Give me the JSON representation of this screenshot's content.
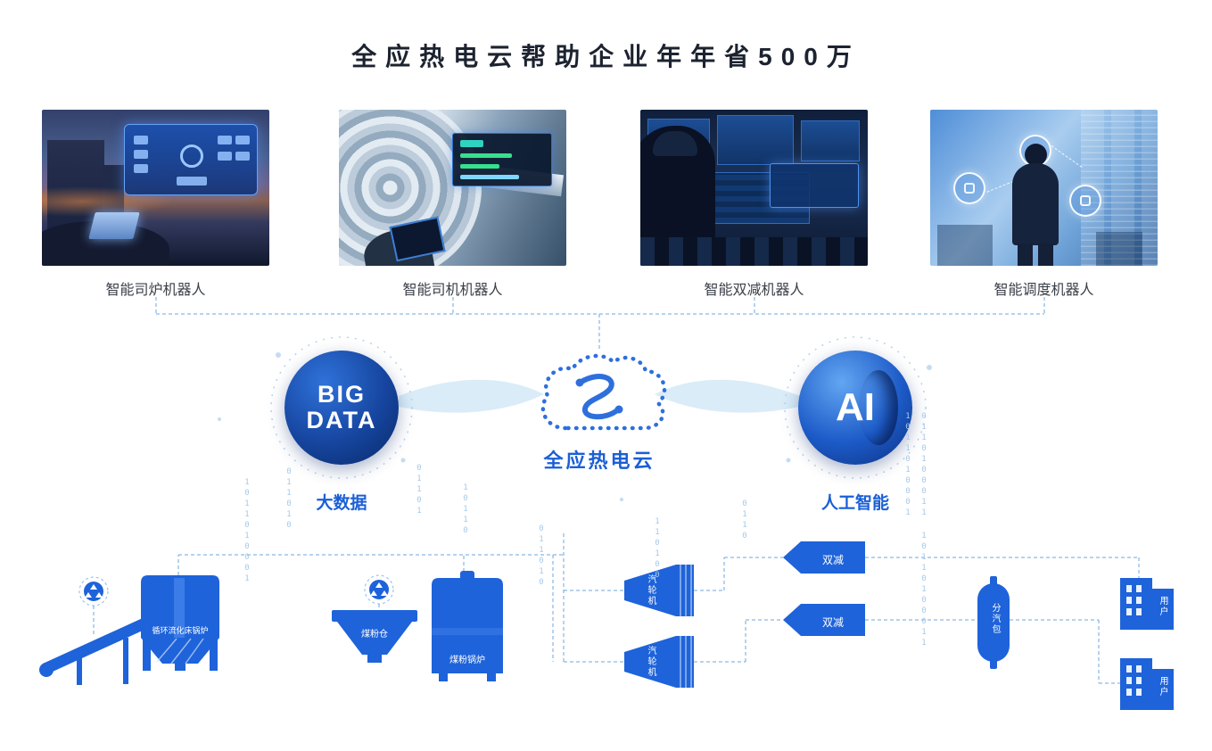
{
  "title": "全应热电云帮助企业年年省500万",
  "cards": [
    {
      "caption": "智能司炉机器人"
    },
    {
      "caption": "智能司机机器人"
    },
    {
      "caption": "智能双减机器人"
    },
    {
      "caption": "智能调度机器人"
    }
  ],
  "hub": {
    "big_data_line1": "BIG",
    "big_data_line2": "DATA",
    "big_data_label": "大数据",
    "cloud_label": "全应热电云",
    "ai_text": "AI",
    "ai_label": "人工智能"
  },
  "equipment": {
    "cfb_boiler": "循环流化床锅炉",
    "coal_bunker": "煤粉仓",
    "pc_boiler": "煤粉锅炉",
    "turbine": "汽轮机",
    "reducer": "双减",
    "steam_header": "分汽包",
    "user": "用户"
  },
  "binary": [
    "1011010001",
    "011010",
    "01101",
    "10110",
    "011010",
    "110100",
    "0110",
    "1011010001",
    "0110100011",
    "10110100011"
  ],
  "colors": {
    "accent": "#1b5fd6",
    "equipment": "#1e63da",
    "line": "#6fa7dd",
    "light_text": "#a6c9e8"
  }
}
